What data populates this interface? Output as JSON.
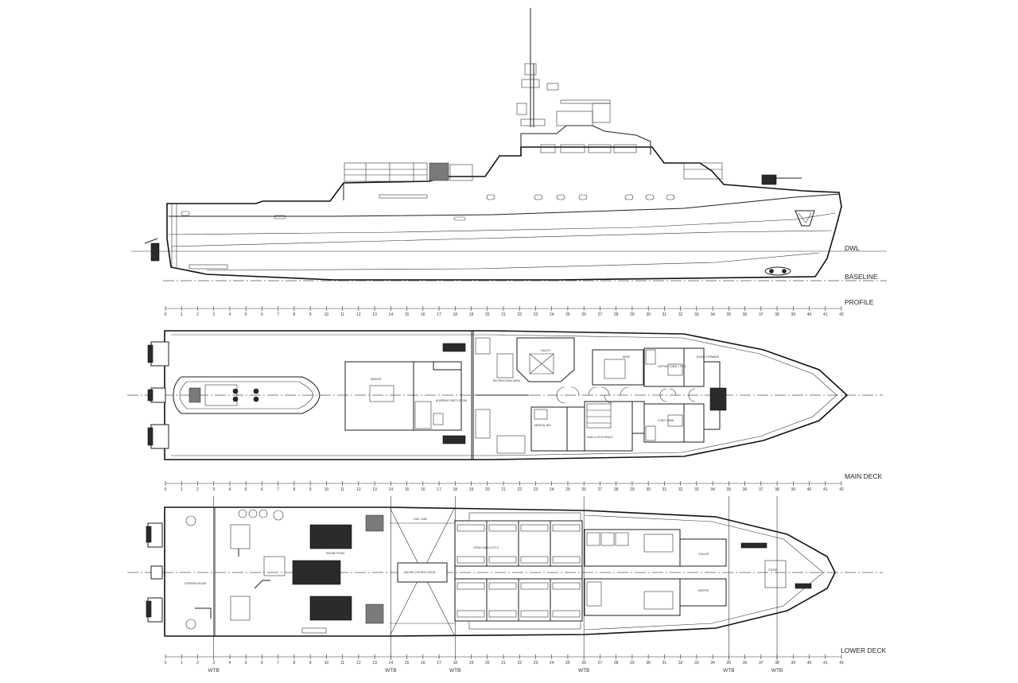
{
  "labels": {
    "dwl": "DWL",
    "baseline": "BASELINE",
    "profile": "PROFILE",
    "main_deck": "MAIN DECK",
    "lower_deck": "LOWER DECK",
    "wtb": "WTB"
  },
  "frame_scale": {
    "first": 0,
    "last": 42
  },
  "wtb_frames": [
    3,
    14,
    18,
    26,
    35,
    38
  ],
  "main_deck_rooms": [
    "ARMORY",
    "BOARDING PARTY ROOM",
    "RECREATIONAL AREA",
    "GALLEY",
    "MESS",
    "CAPTAIN CABIN 1 P.O.C",
    "DIVING FORWARD",
    "MEDICAL BAY",
    "HVAC & TECH SPACE",
    "CHIEF CABIN"
  ],
  "lower_deck_rooms": [
    "STEERING ROOM",
    "ENGINE ROOM",
    "FUEL TANK",
    "ENGINE CONTROL ROOM",
    "CREW CABIN 4 P.O.C",
    "CHILLER",
    "REEFER",
    "STORE"
  ]
}
